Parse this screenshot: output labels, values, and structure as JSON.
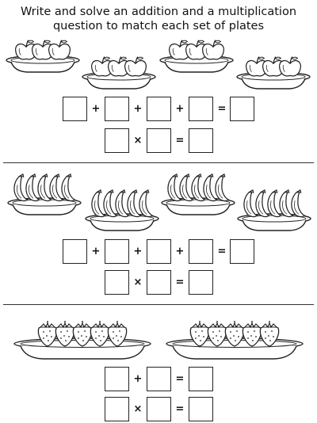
{
  "header": {
    "line1": "Write and solve an addition and a multiplication",
    "line2": "question to match each set of plates"
  },
  "operators": {
    "plus": "+",
    "times": "×",
    "equals": "="
  },
  "sections": [
    {
      "fruit": "apple",
      "plates": 4,
      "fruit_per_plate": 3
    },
    {
      "fruit": "banana",
      "plates": 4,
      "fruit_per_plate": 5
    },
    {
      "fruit": "strawberry",
      "plates": 2,
      "fruit_per_plate": 5
    }
  ],
  "icons": {
    "apple": "apple-icon",
    "banana": "banana-icon",
    "strawberry": "strawberry-icon",
    "plate": "plate-icon"
  }
}
